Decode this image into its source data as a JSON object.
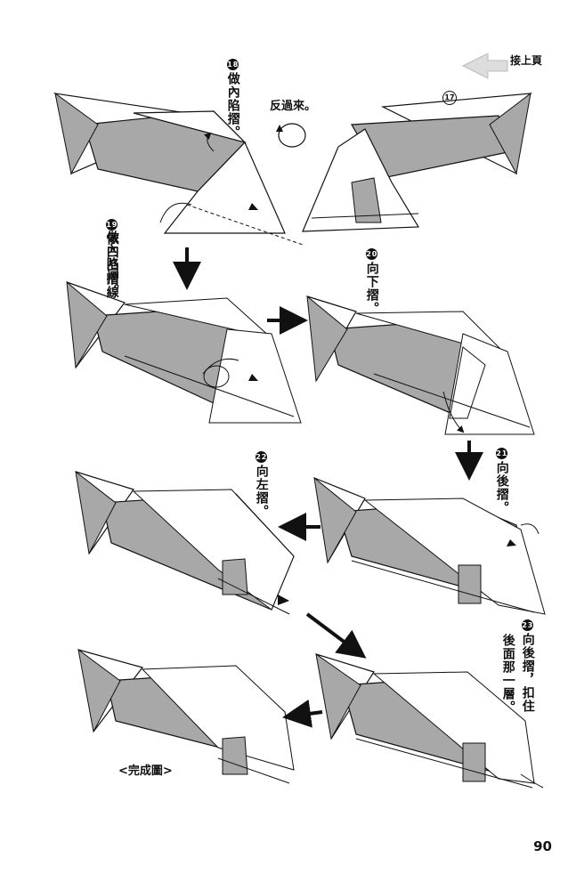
{
  "nav": {
    "prev_page_label": "接上頁"
  },
  "steps": [
    {
      "num": "17",
      "text": ""
    },
    {
      "num": "18",
      "text": "做內陷摺。"
    },
    {
      "num": "19",
      "text": "依凹凸摺線做內陷摺。",
      "col1": "依凹凸摺線",
      "col2": "做內陷摺。"
    },
    {
      "num": "20",
      "text": "向下摺。"
    },
    {
      "num": "21",
      "text": "向後摺。"
    },
    {
      "num": "22",
      "text": "向左摺。"
    },
    {
      "num": "23",
      "text": "向後摺，扣住後面那一層。",
      "col1": "向後摺，扣住",
      "col2": "後面那一層。"
    }
  ],
  "flip_label": "反過來。",
  "complete_label": "<完成圖>",
  "page_number": "90",
  "colors": {
    "paper_gray": "#a8a8a8",
    "line": "#111111",
    "background": "#ffffff"
  }
}
